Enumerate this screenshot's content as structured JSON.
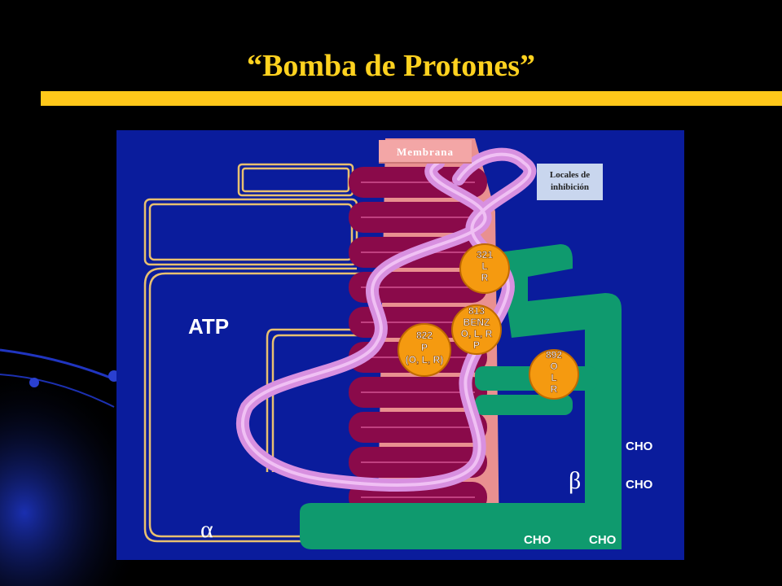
{
  "title": "“Bomba de Protones”",
  "labels": {
    "membrana": "Membrana",
    "inhibicion_line1": "Locales de",
    "inhibicion_line2": "inhibición",
    "atp": "ATP",
    "alpha": "α",
    "beta": "β",
    "cho": "CHO"
  },
  "sites": [
    {
      "lines": [
        "321",
        "L",
        "R"
      ]
    },
    {
      "lines": [
        "813",
        "BENZ",
        "O, L, R",
        "P"
      ]
    },
    {
      "lines": [
        "822",
        "P",
        "(O, L, R)"
      ]
    },
    {
      "lines": [
        "892",
        "O",
        "L",
        "R"
      ]
    }
  ],
  "colors": {
    "title": "#ffd21f",
    "bar": "#ffc81a",
    "panel": "#0a1c9c",
    "helix": "#8a0a4a",
    "loop": "#d890e0",
    "beta_subunit": "#0f9a6e",
    "site": "#f59a10",
    "outline": "#e8c070"
  }
}
